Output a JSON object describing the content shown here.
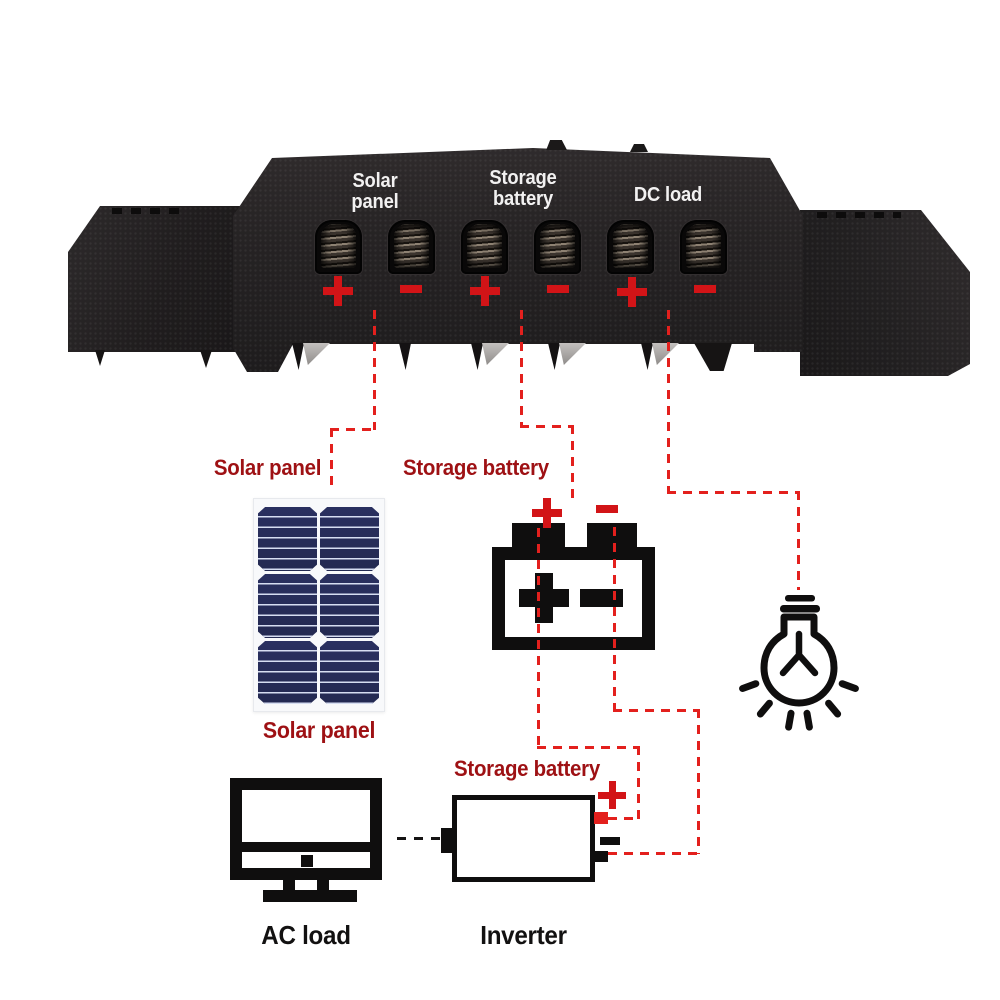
{
  "controller": {
    "group_labels": [
      "Solar panel",
      "Storage battery",
      "DC load"
    ],
    "polarity": [
      "+",
      "-",
      "+",
      "-",
      "+",
      "-"
    ]
  },
  "wire_labels": {
    "solar": "Solar panel",
    "storage": "Storage battery"
  },
  "solar_panel": {
    "caption": "Solar panel"
  },
  "battery": {
    "plus": "+",
    "minus": "-"
  },
  "inverter": {
    "wire_label": "Storage battery",
    "plus": "+",
    "minus": "-"
  },
  "captions": {
    "ac_load": "AC load",
    "inverter": "Inverter"
  },
  "colors": {
    "wire_red": "#e3201d",
    "label_red": "#9e1114",
    "mark_red": "#d21417",
    "icon_black": "#0f0e0e",
    "solar_cell_navy": "#262c55",
    "device_dark": "#242122"
  }
}
